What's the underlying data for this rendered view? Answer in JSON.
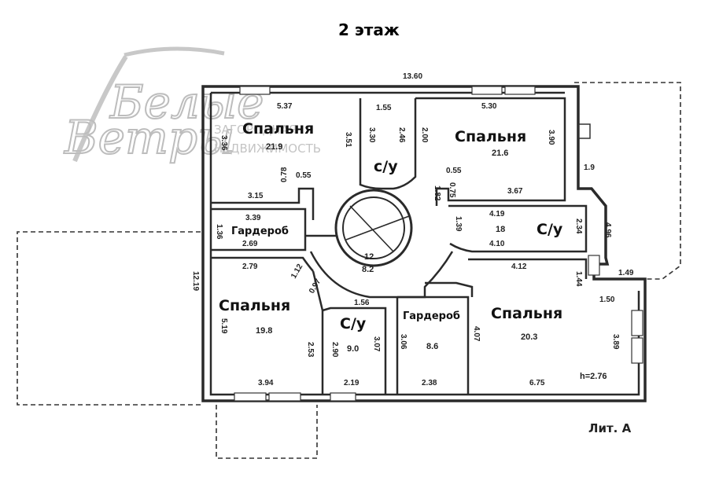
{
  "title": "2 этаж",
  "lit_label": "Лит. А",
  "height_label": "h=2.76",
  "watermark": {
    "line1": "Белые",
    "line2": "Ветры",
    "sub1": "ЗАГОРОДНАЯ",
    "sub2": "НЕДВИЖИМОСТЬ"
  },
  "rooms": {
    "bedroom_nw": {
      "name": "Спальня",
      "area": "21.9"
    },
    "wc_top": {
      "name": "с/у"
    },
    "bedroom_ne": {
      "name": "Спальня",
      "area": "21.6"
    },
    "wardrobe_w": {
      "name": "Гардероб"
    },
    "wc_east": {
      "name": "С/у",
      "area": "18"
    },
    "hall": {
      "num": "12",
      "area": "8.2"
    },
    "bedroom_sw": {
      "name": "Спальня",
      "area": "19.8"
    },
    "wc_south": {
      "name": "С/у",
      "area": "9.0"
    },
    "wardrobe_s": {
      "name": "Гардероб",
      "area": "8.6"
    },
    "bedroom_se": {
      "name": "Спальня",
      "area": "20.3"
    }
  },
  "dims": {
    "top_total": "13.60",
    "left_total": "12.19",
    "nw_top": "5.37",
    "nw_left": "3.36",
    "nw_right": "3.51",
    "wc_top_w": "1.55",
    "wc_l": "3.30",
    "wc_m": "2.46",
    "wc_r": "2.00",
    "ne_top": "5.30",
    "ne_right": "3.90",
    "d315": "3.15",
    "d078": "0.78",
    "d055a": "0.55",
    "d055b": "0.55",
    "d082": "1.82",
    "d075": "0.75",
    "d367": "3.67",
    "d19": "1.9",
    "d339": "3.39",
    "d136": "1.36",
    "d269": "2.69",
    "d419": "4.19",
    "d410": "4.10",
    "d234": "2.34",
    "d139": "1.39",
    "d496": "4.96",
    "d279": "2.79",
    "d112": "1.12",
    "d097": "0.97",
    "d412": "4.12",
    "d144": "1.44",
    "d149": "1.49",
    "d519": "5.19",
    "d253": "2.53",
    "d394": "3.94",
    "d156": "1.56",
    "d290": "2.90",
    "d307": "3.07",
    "d219": "2.19",
    "d306": "3.06",
    "d238": "2.38",
    "d407": "4.07",
    "d150": "1.50",
    "d389": "3.89",
    "d675": "6.75"
  }
}
